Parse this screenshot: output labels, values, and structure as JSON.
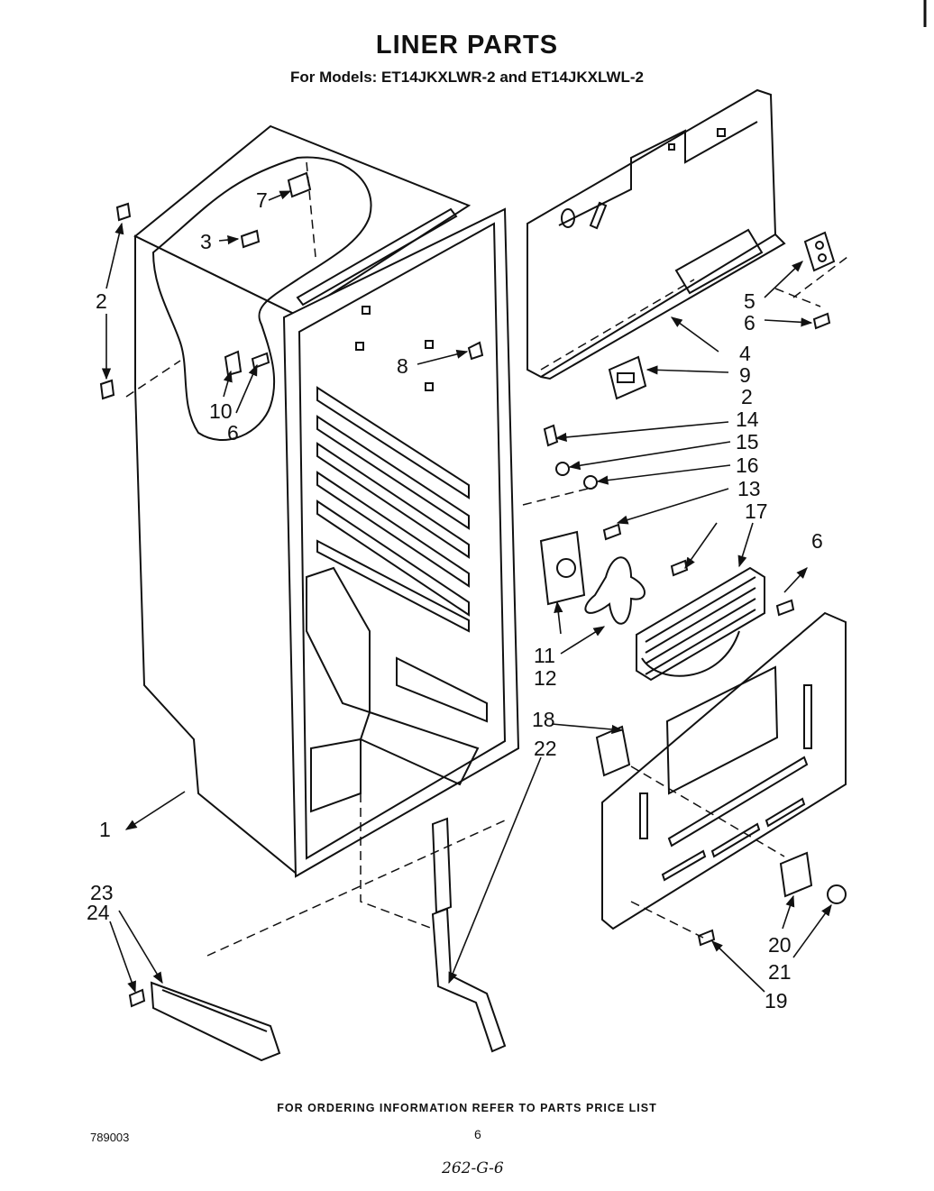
{
  "header": {
    "title": "LINER PARTS",
    "subtitle": "For Models: ET14JKXLWR-2  and ET14JKXLWL-2"
  },
  "footer": {
    "ordering_note": "FOR ORDERING INFORMATION REFER TO PARTS PRICE LIST",
    "doc_number": "789003",
    "page_number": "6",
    "handwritten_note": "262-G-6"
  },
  "callouts": {
    "c1": "1",
    "c2a": "2",
    "c2b": "2",
    "c3": "3",
    "c4": "4",
    "c5": "5",
    "c6a": "6",
    "c6b": "6",
    "c6c": "6",
    "c7": "7",
    "c8": "8",
    "c9": "9",
    "c10": "10",
    "c11": "11",
    "c12": "12",
    "c13": "13",
    "c14": "14",
    "c15": "15",
    "c16": "16",
    "c17": "17",
    "c18": "18",
    "c19": "19",
    "c20": "20",
    "c21": "21",
    "c22": "22",
    "c23": "23",
    "c24": "24"
  }
}
